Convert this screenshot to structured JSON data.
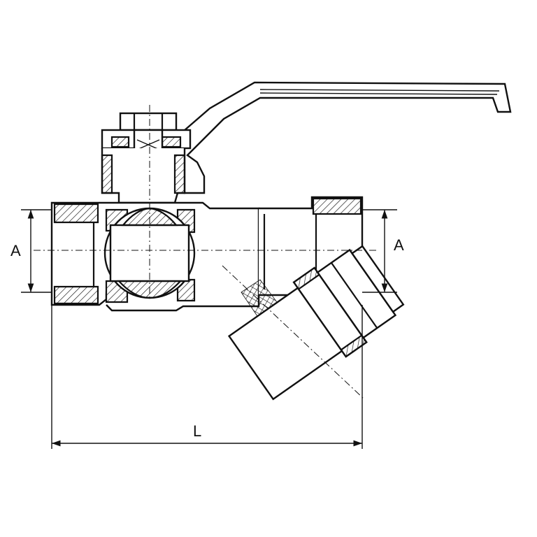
{
  "labels": {
    "left_dimension": "A",
    "right_dimension": "A",
    "length_dimension": "L"
  },
  "colors": {
    "line": "#111111",
    "background": "#ffffff"
  }
}
